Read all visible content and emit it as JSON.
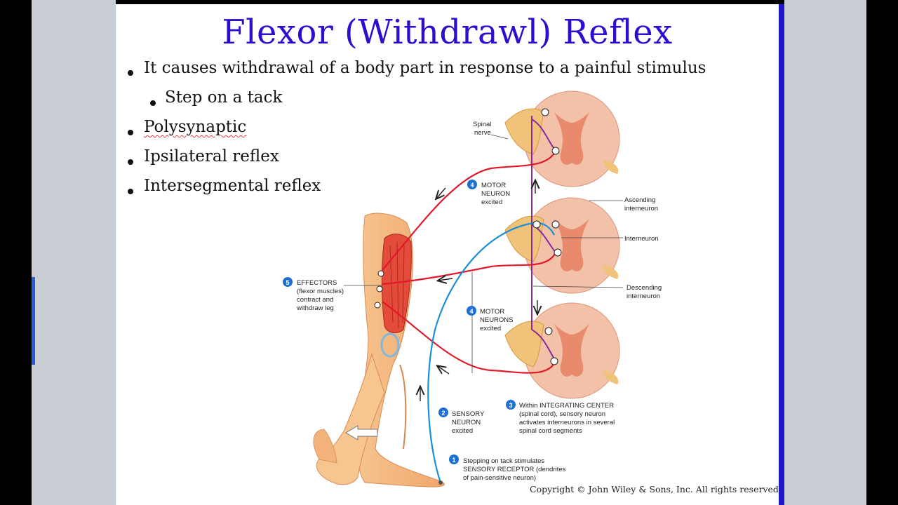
{
  "slide": {
    "title": "Flexor (Withdrawl) Reflex",
    "bullets": [
      "It causes withdrawal of a body part in response to a painful stimulus",
      "Step on a tack",
      "Polysynaptic",
      "Ipsilateral reflex",
      "Intersegmental reflex"
    ],
    "copyright": "Copyright © John Wiley & Sons, Inc. All rights reserved."
  },
  "diagram": {
    "spinal_nerve": [
      "Spinal",
      "nerve"
    ],
    "motor_neuron": {
      "num": "4",
      "lines": [
        "MOTOR",
        "NEURON",
        "excited"
      ]
    },
    "motor_neurons": {
      "num": "4",
      "lines": [
        "MOTOR",
        "NEURONS",
        "excited"
      ]
    },
    "effectors": {
      "num": "5",
      "lines": [
        "EFFECTORS",
        "(flexor muscles)",
        "contract and",
        "withdraw leg"
      ]
    },
    "sensory_neuron": {
      "num": "2",
      "lines": [
        "SENSORY",
        "NEURON",
        "excited"
      ]
    },
    "integrating_center": {
      "num": "3",
      "lines": [
        "Within INTEGRATING CENTER",
        "(spinal cord), sensory neuron",
        "activates interneurons in several",
        "spinal cord segments"
      ]
    },
    "sensory_receptor": {
      "num": "1",
      "lines": [
        "Stepping on tack stimulates",
        "SENSORY RECEPTOR (dendrites",
        "of pain-sensitive neuron)"
      ]
    },
    "ascending_interneuron": [
      "Ascending",
      "interneuron"
    ],
    "interneuron": "Interneuron",
    "descending_interneuron": [
      "Descending",
      "interneuron"
    ],
    "colors": {
      "title": "#2b0fce",
      "motor": "#e0182a",
      "sensory": "#1b8fd6",
      "interneuron": "#8a2a9a",
      "cord": "#f1b79a",
      "badge": "#1f6fd0"
    }
  }
}
